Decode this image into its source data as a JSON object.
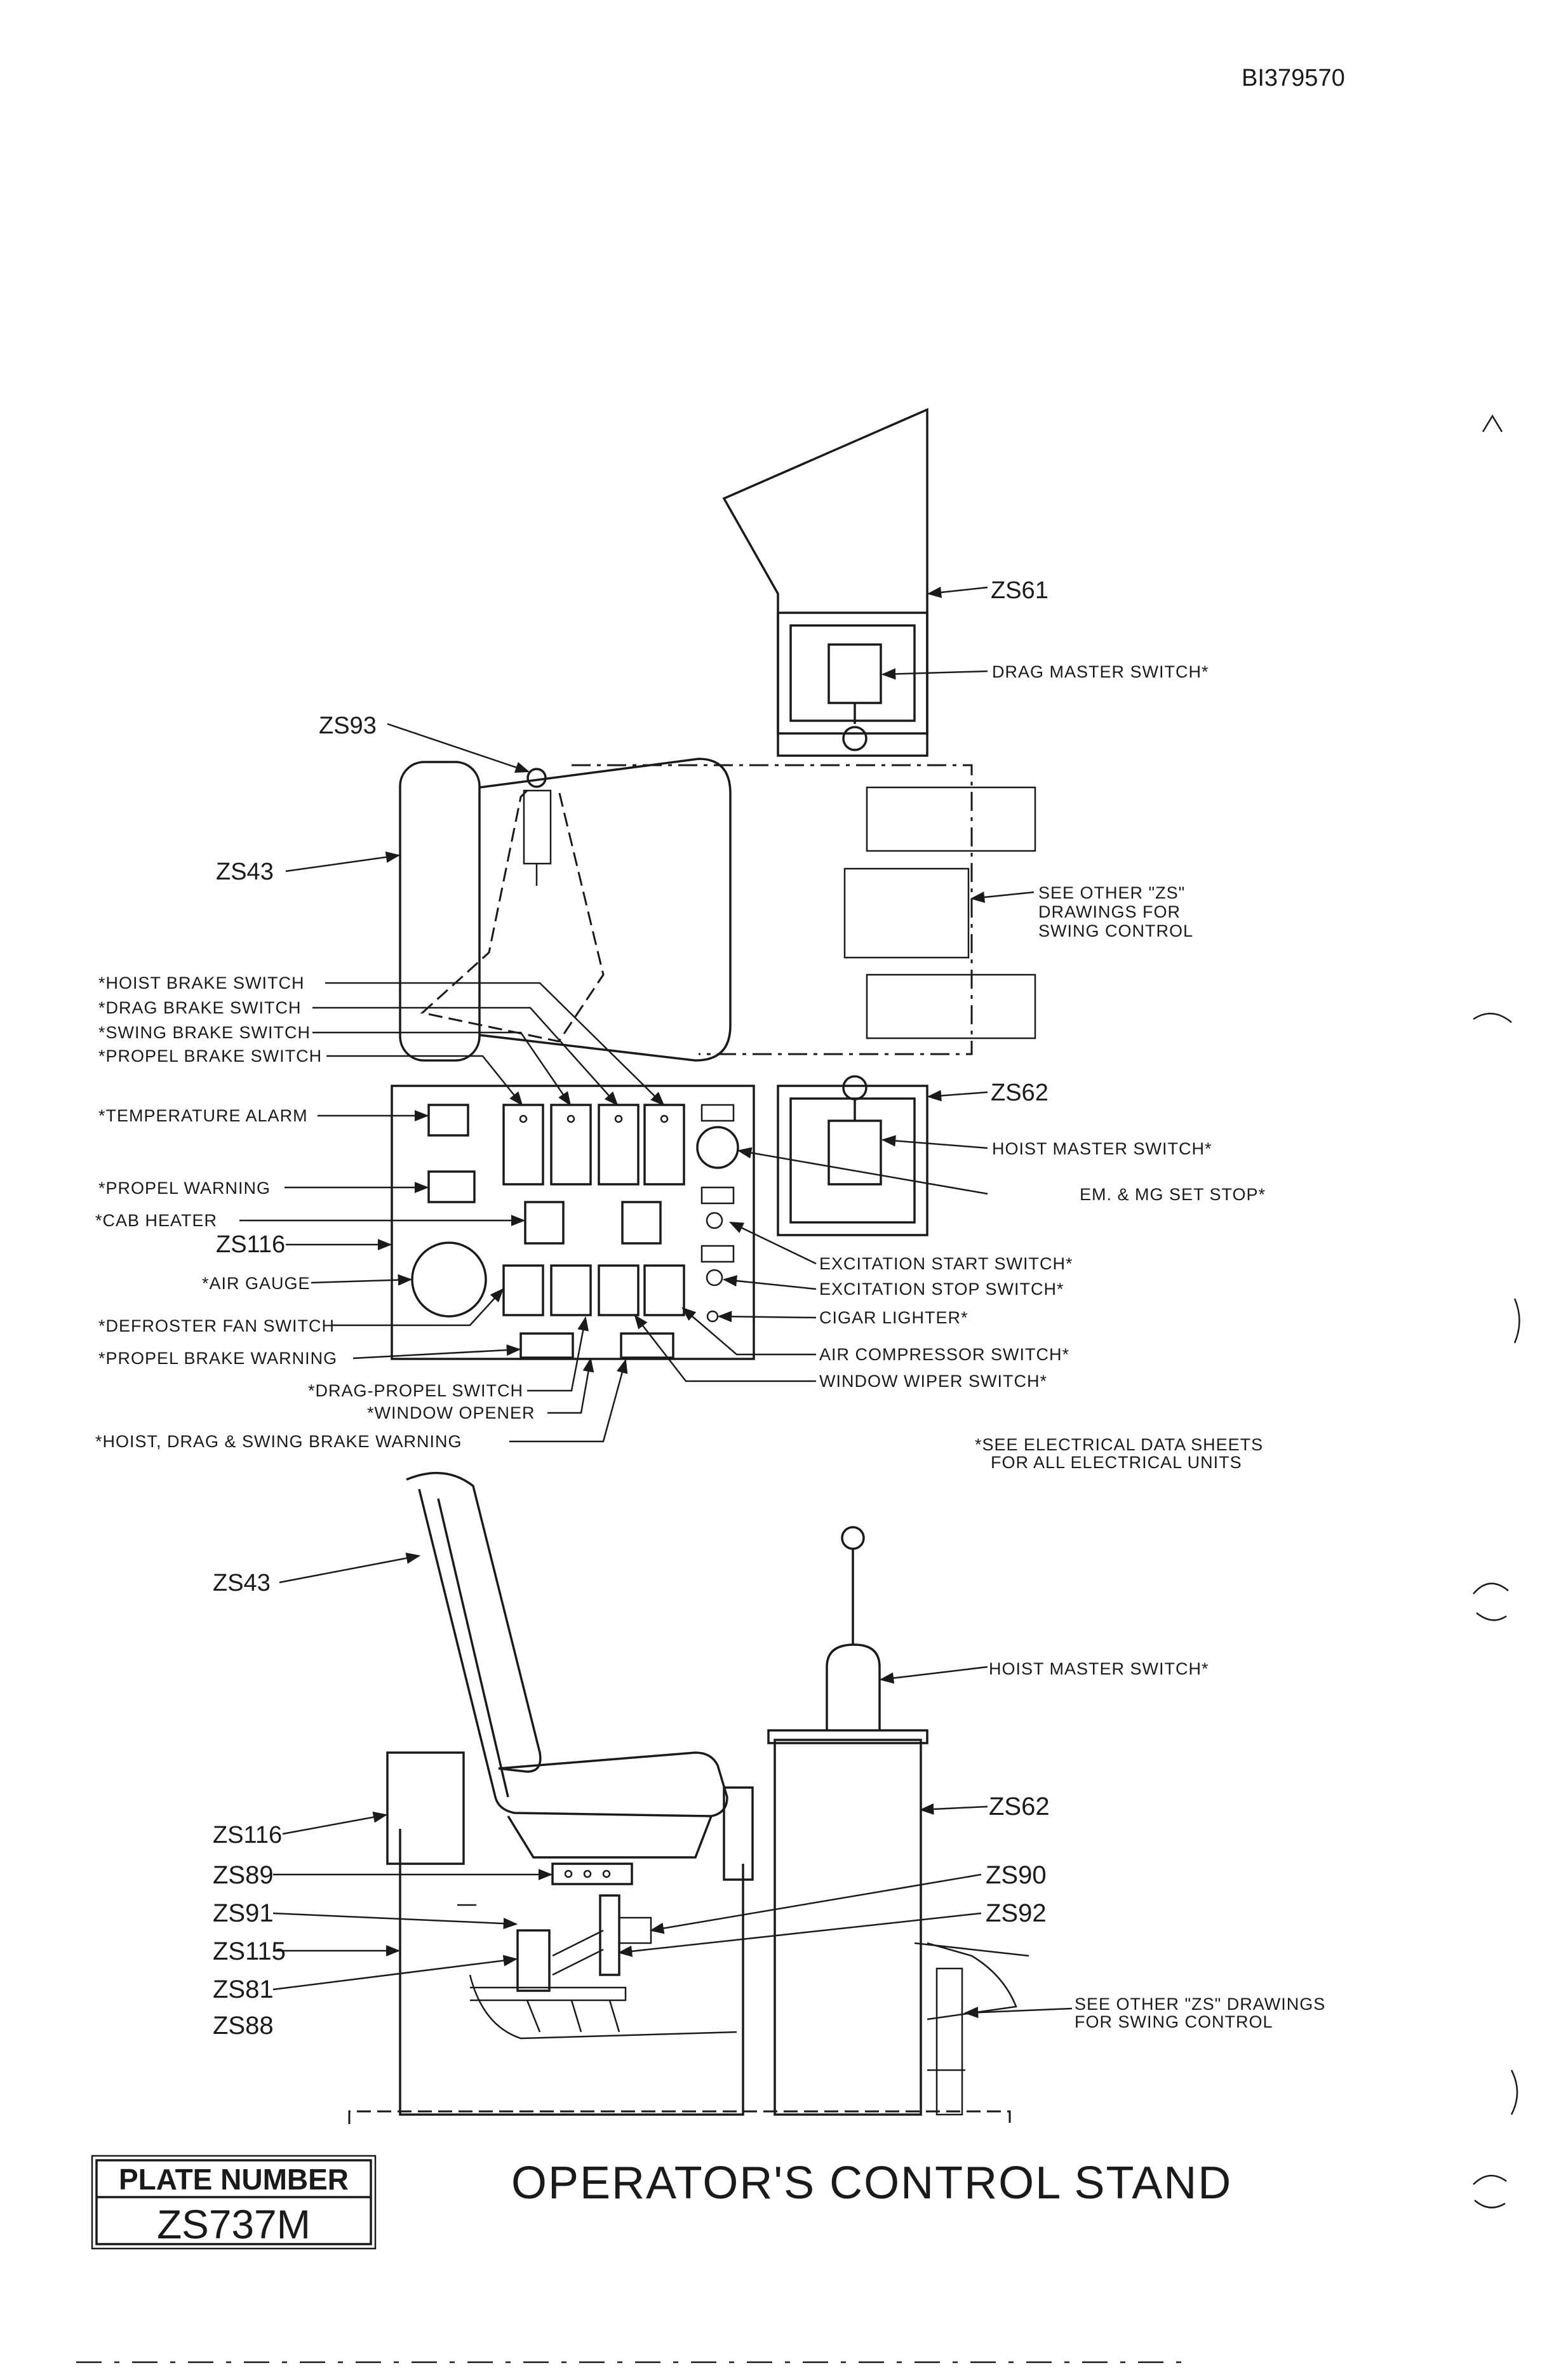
{
  "document": {
    "doc_id": "BI379570",
    "title": "OPERATOR'S CONTROL STAND",
    "plate_label": "PLATE NUMBER",
    "plate_number": "ZS737M",
    "note": [
      "*SEE ELECTRICAL DATA SHEETS",
      "FOR ALL ELECTRICAL UNITS"
    ]
  },
  "top_view": {
    "zs61": "ZS61",
    "drag_master": "DRAG MASTER SWITCH*",
    "zs93": "ZS93",
    "zs43": "ZS43",
    "see_other": [
      "SEE OTHER \"ZS\"",
      "DRAWINGS FOR",
      "SWING CONTROL"
    ],
    "zs62": "ZS62",
    "hoist_master": "HOIST MASTER SWITCH*",
    "em_mg": "EM. & MG SET STOP*",
    "left_labels": {
      "hoist_brake": "*HOIST BRAKE SWITCH",
      "drag_brake": "*DRAG BRAKE SWITCH",
      "swing_brake": "*SWING BRAKE SWITCH",
      "propel_brake": "*PROPEL BRAKE SWITCH",
      "temp_alarm": "*TEMPERATURE ALARM",
      "propel_warning": "*PROPEL WARNING",
      "cab_heater": "*CAB HEATER",
      "zs116": "ZS116",
      "air_gauge": "*AIR GAUGE",
      "defroster": "*DEFROSTER FAN SWITCH",
      "propel_brake_warning": "*PROPEL BRAKE WARNING"
    },
    "bottom_labels": {
      "drag_propel": "*DRAG-PROPEL SWITCH",
      "window_opener": "*WINDOW OPENER",
      "hdsb_warning": "*HOIST, DRAG & SWING BRAKE WARNING"
    },
    "right_labels": {
      "exc_start": "EXCITATION START SWITCH*",
      "exc_stop": "EXCITATION STOP SWITCH*",
      "cigar": "CIGAR LIGHTER*",
      "air_comp": "AIR COMPRESSOR SWITCH*",
      "wiper": "WINDOW WIPER SWITCH*"
    }
  },
  "side_view": {
    "zs43": "ZS43",
    "hoist_master": "HOIST MASTER SWITCH*",
    "zs116": "ZS116",
    "zs62": "ZS62",
    "zs89": "ZS89",
    "zs90": "ZS90",
    "zs91": "ZS91",
    "zs92": "ZS92",
    "zs115": "ZS115",
    "zs81": "ZS81",
    "zs88": "ZS88",
    "see_other": [
      "SEE OTHER \"ZS\" DRAWINGS",
      "FOR SWING CONTROL"
    ]
  }
}
